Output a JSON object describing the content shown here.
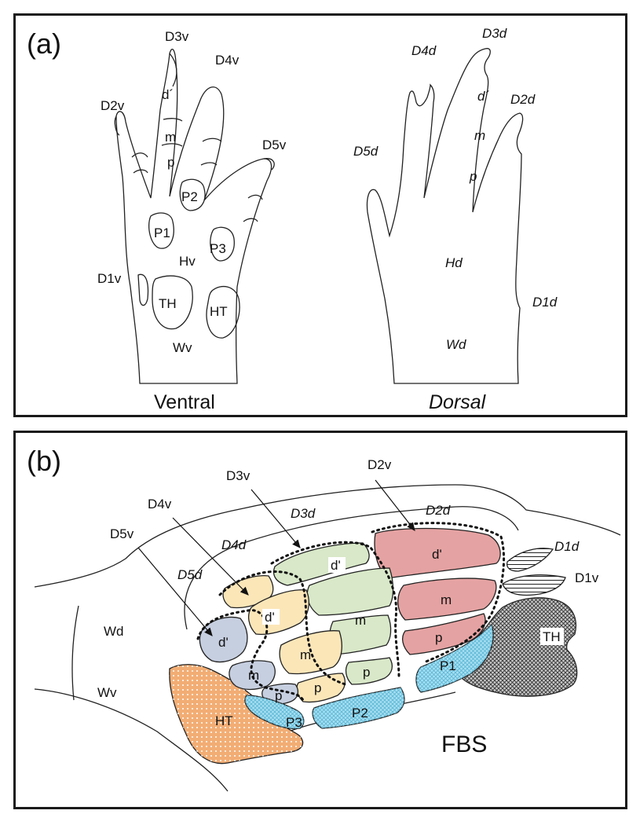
{
  "panel_a": {
    "tag": "(a)",
    "ventral": {
      "title": "Ventral",
      "labels": {
        "D1v": "D1v",
        "D2v": "D2v",
        "D3v": "D3v",
        "D4v": "D4v",
        "D5v": "D5v",
        "d_prime": "d´",
        "m": "m",
        "p": "p",
        "P1": "P1",
        "P2": "P2",
        "P3": "P3",
        "Hv": "Hv",
        "TH": "TH",
        "HT": "HT",
        "Wv": "Wv"
      }
    },
    "dorsal": {
      "title": "Dorsal",
      "labels": {
        "D1d": "D1d",
        "D2d": "D2d",
        "D3d": "D3d",
        "D4d": "D4d",
        "D5d": "D5d",
        "d_prime": "d´",
        "m": "m",
        "p": "p",
        "Hd": "Hd",
        "Wd": "Wd"
      }
    }
  },
  "panel_b": {
    "tag": "(b)",
    "title": "FBS",
    "labels": {
      "D2v": "D2v",
      "D3v": "D3v",
      "D4v": "D4v",
      "D5v": "D5v",
      "D1v": "D1v",
      "D1d": "D1d",
      "D2d": "D2d",
      "D3d": "D3d",
      "D4d": "D4d",
      "D5d": "D5d",
      "Wd": "Wd",
      "Wv": "Wv",
      "HT": "HT",
      "TH": "TH",
      "P1": "P1",
      "P2": "P2",
      "P3": "P3",
      "d_prime": "d'",
      "m": "m",
      "p": "p"
    },
    "colors": {
      "D2": "#e5a2a2",
      "D3": "#d8e8c8",
      "D4": "#fbe6b8",
      "D5": "#c6cfe0",
      "pads": "#a9dff0",
      "HT": "#f2ad74",
      "TH": "#b9b9b9"
    }
  }
}
